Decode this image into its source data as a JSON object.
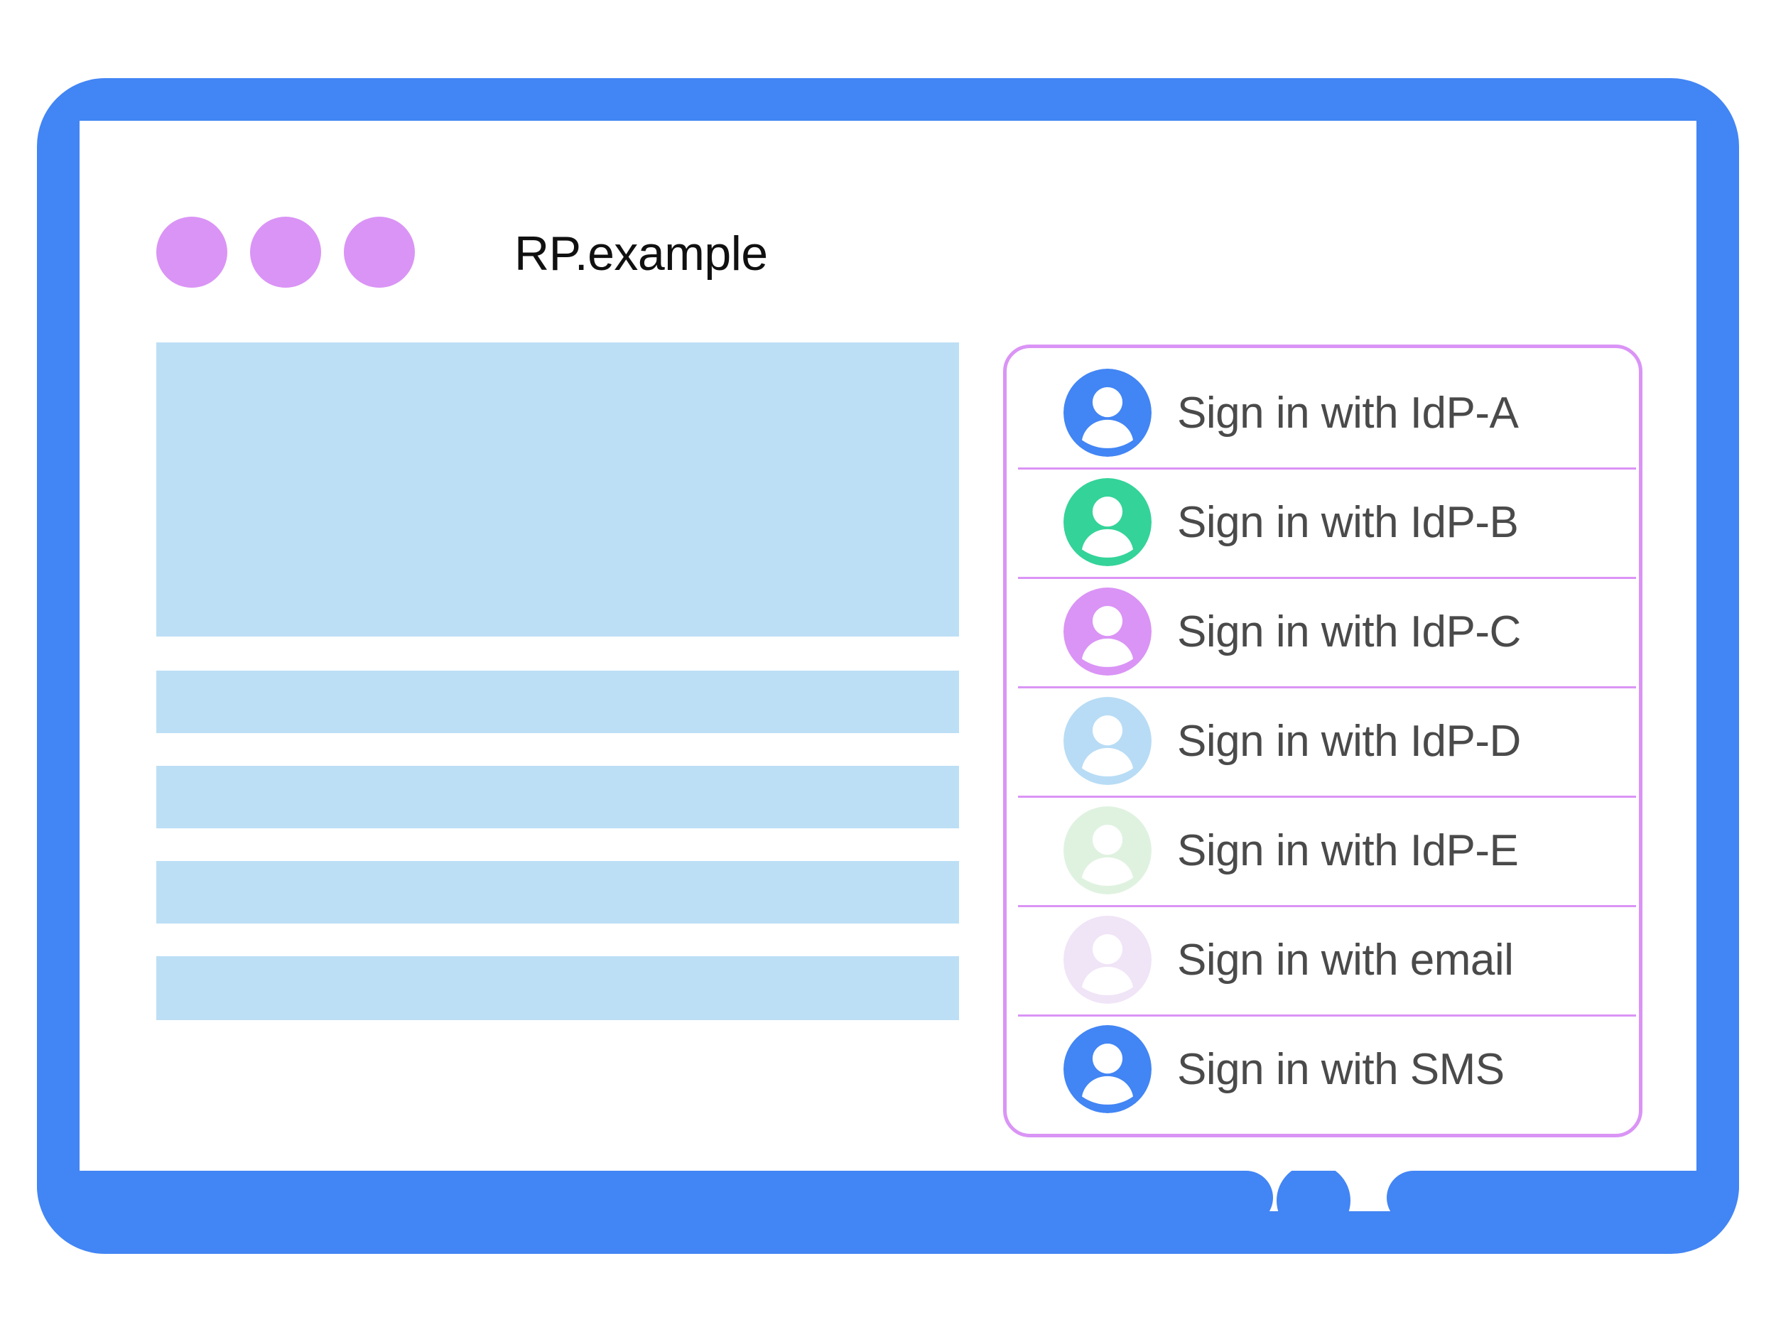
{
  "window": {
    "title": "RP.example",
    "traffic_dots": [
      "dot-1",
      "dot-2",
      "dot-3"
    ],
    "dot_color": "#DA94F5",
    "frame_color": "#4285F4",
    "home_button_name": "home-button"
  },
  "page_skeleton": {
    "block_color": "#BCDFF5",
    "blocks": [
      {
        "name": "hero-placeholder"
      },
      {
        "name": "text-line-placeholder-1"
      },
      {
        "name": "text-line-placeholder-2"
      },
      {
        "name": "text-line-placeholder-3"
      },
      {
        "name": "text-line-placeholder-4"
      }
    ]
  },
  "account_chooser": {
    "border_color": "#DA94F5",
    "divider_color": "#DA94F5",
    "text_color": "#4A4A4A",
    "items": [
      {
        "label": "Sign in with IdP-A",
        "avatar_color": "#4285F4",
        "icon": "person-avatar-icon"
      },
      {
        "label": "Sign in with IdP-B",
        "avatar_color": "#34D399",
        "icon": "person-avatar-icon"
      },
      {
        "label": "Sign in with IdP-C",
        "avatar_color": "#DA94F5",
        "icon": "person-avatar-icon"
      },
      {
        "label": "Sign in with IdP-D",
        "avatar_color": "#B8DCF5",
        "icon": "person-avatar-icon"
      },
      {
        "label": "Sign in with IdP-E",
        "avatar_color": "#DFF2E0",
        "icon": "person-avatar-icon"
      },
      {
        "label": "Sign in with email",
        "avatar_color": "#F0E4F7",
        "icon": "person-avatar-icon"
      },
      {
        "label": "Sign in with SMS",
        "avatar_color": "#4285F4",
        "icon": "person-avatar-icon"
      }
    ]
  }
}
